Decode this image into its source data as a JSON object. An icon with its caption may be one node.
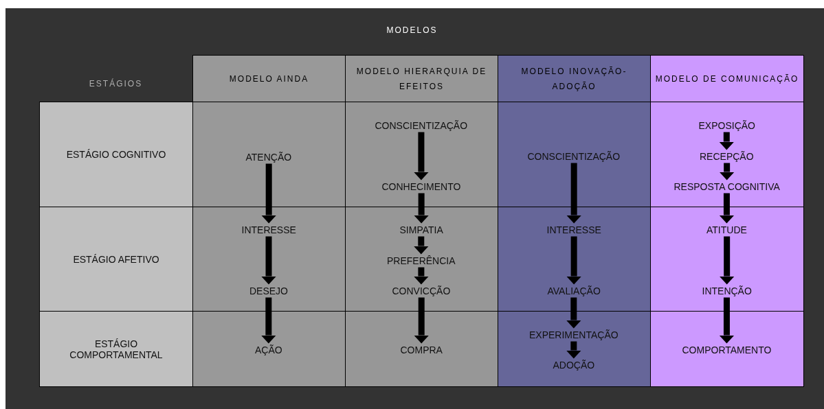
{
  "diagram": {
    "title": "MODELOS",
    "nodes": [
      {
        "text": [
          "MODELO AINDA"
        ]
      },
      {
        "text": [
          "MODELO HIERARQUIA DE EFEITOS"
        ]
      },
      {
        "text": [
          "MODELO INOVAÇÃO-ADOÇÃO"
        ]
      },
      {
        "text": [
          "MODELO DE COMUNICAÇÃO"
        ]
      },
      {
        "text": [
          "ESTÁGIO COGNITIVO"
        ]
      },
      {
        "text": [
          "ESTÁGIO AFETIVO"
        ]
      },
      {
        "text": [
          "ESTÁGIO COMPORTAMENTAL"
        ]
      },
      {
        "text": [
          "ATENÇÃO"
        ]
      },
      {
        "text": [
          "INTERESSE"
        ]
      },
      {
        "text": [
          "DESEJO"
        ]
      },
      {
        "text": [
          "AÇÃO"
        ]
      },
      {
        "text": [
          "CONSCIENTIZAÇÃO"
        ]
      },
      {
        "text": [
          "CONHECIMENTO"
        ]
      },
      {
        "text": [
          "SIMPATIA"
        ]
      },
      {
        "text": [
          "PREFERÊNCIA"
        ]
      },
      {
        "text": [
          "CONVICÇÃO"
        ]
      },
      {
        "text": [
          "COMPRA"
        ]
      },
      {
        "text": [
          "CONSCIENTIZAÇÃO"
        ]
      },
      {
        "text": [
          "INTERESSE"
        ]
      },
      {
        "text": [
          "AVALIAÇÃO"
        ]
      },
      {
        "text": [
          "EXPERIMENTAÇÃO"
        ]
      },
      {
        "text": [
          "ADOÇÃO"
        ]
      },
      {
        "text": [
          "EXPOSIÇÃO"
        ]
      },
      {
        "text": [
          "RECEPÇÃO"
        ]
      },
      {
        "text": [
          "RESPOSTA COGNITIVA"
        ]
      },
      {
        "text": [
          "ATITUDE"
        ]
      },
      {
        "text": [
          "INTENÇÃO"
        ]
      },
      {
        "text": [
          "COMPORTAMENTO"
        ]
      }
    ],
    "edges": [
      {
        "from": 7,
        "to": 8,
        "arrow": "to"
      },
      {
        "from": 8,
        "to": 9,
        "arrow": "to"
      },
      {
        "from": 9,
        "to": 10,
        "arrow": "to"
      },
      {
        "from": 11,
        "to": 12,
        "arrow": "to"
      },
      {
        "from": 12,
        "to": 13,
        "arrow": "to"
      },
      {
        "from": 13,
        "to": 14,
        "arrow": "to"
      },
      {
        "from": 14,
        "to": 15,
        "arrow": "to"
      },
      {
        "from": 15,
        "to": 16,
        "arrow": "to"
      },
      {
        "from": 17,
        "to": 18,
        "arrow": "to"
      },
      {
        "from": 18,
        "to": 19,
        "arrow": "to"
      },
      {
        "from": 19,
        "to": 20,
        "arrow": "to"
      },
      {
        "from": 20,
        "to": 21,
        "arrow": "to"
      },
      {
        "from": 22,
        "to": 23,
        "arrow": "to"
      },
      {
        "from": 23,
        "to": 24,
        "arrow": "to"
      },
      {
        "from": 24,
        "to": 25,
        "arrow": "to"
      },
      {
        "from": 25,
        "to": 26,
        "arrow": "to"
      },
      {
        "from": 26,
        "to": 27,
        "arrow": "to"
      }
    ],
    "labels": [
      "ESTÁGIOS"
    ]
  }
}
